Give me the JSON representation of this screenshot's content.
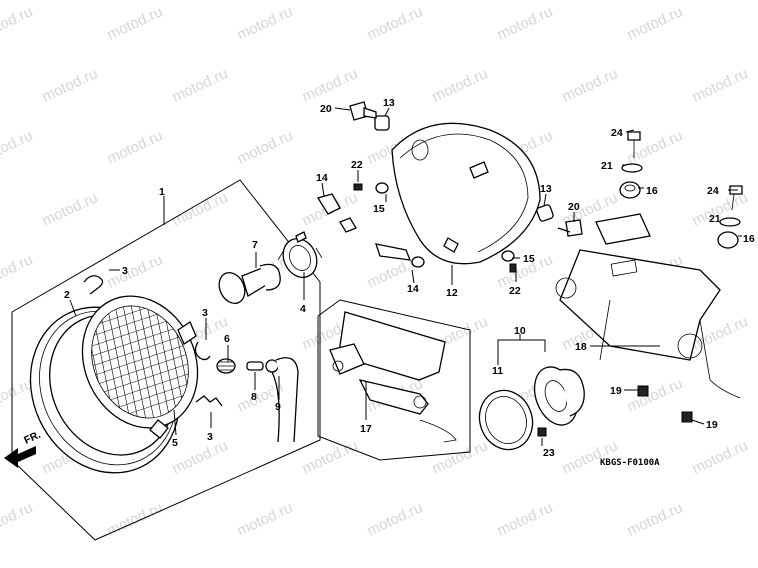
{
  "watermark": {
    "text": "motod.ru"
  },
  "diagram_code": "KBGS-F0100A",
  "direction_label": "FR.",
  "callouts": {
    "c1": "1",
    "c2": "2",
    "c3a": "3",
    "c3b": "3",
    "c3c": "3",
    "c4": "4",
    "c5": "5",
    "c6": "6",
    "c7": "7",
    "c8": "8",
    "c9": "9",
    "c10": "10",
    "c11": "11",
    "c12": "12",
    "c13a": "13",
    "c13b": "13",
    "c14a": "14",
    "c14b": "14",
    "c15a": "15",
    "c15b": "15",
    "c16a": "16",
    "c16b": "16",
    "c17": "17",
    "c18": "18",
    "c19a": "19",
    "c19b": "19",
    "c20a": "20",
    "c20b": "20",
    "c21a": "21",
    "c21b": "21",
    "c22a": "22",
    "c22b": "22",
    "c23": "23",
    "c24a": "24",
    "c24b": "24"
  }
}
